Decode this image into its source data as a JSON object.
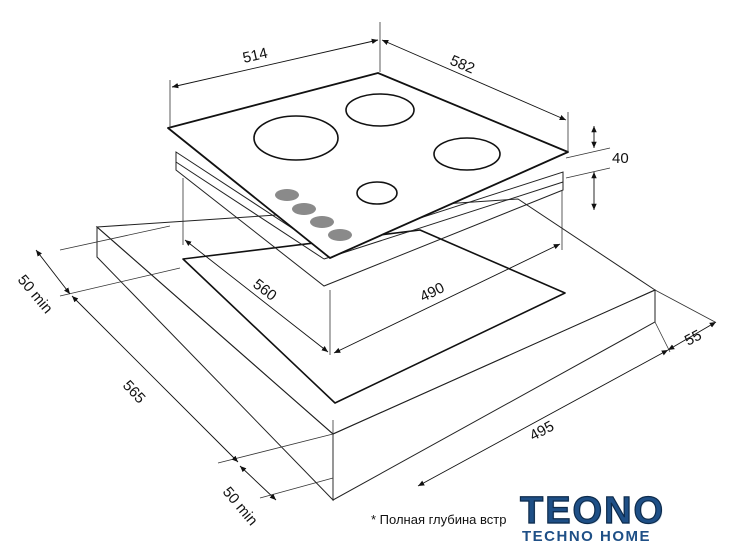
{
  "dimensions": {
    "hob_width": "514",
    "hob_depth": "582",
    "hob_height": "40",
    "cutout_depth": "560",
    "cutout_width": "490",
    "countertop_depth": "565",
    "countertop_width": "495",
    "edge_gap": "55",
    "min_front": "50 min",
    "min_back": "50 min"
  },
  "footnote": "* Полная глубина встраивания",
  "logo": {
    "name": "TEONO",
    "tagline": "TECHNO HOME"
  },
  "colors": {
    "brand": "#1e4f86",
    "knob": "#8a8a8a",
    "line": "#222222"
  }
}
